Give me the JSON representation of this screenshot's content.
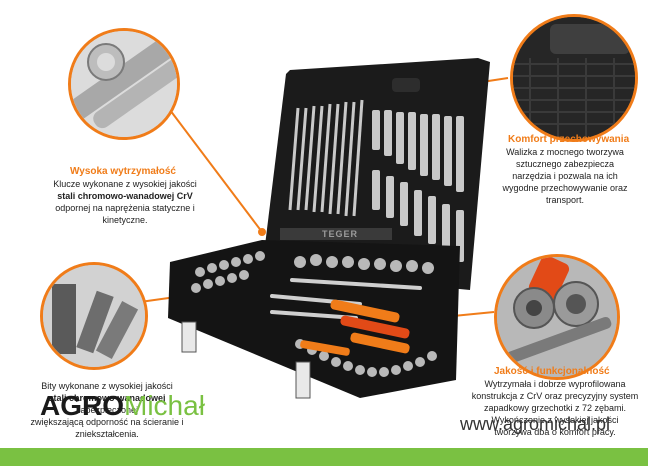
{
  "callouts": {
    "strength": {
      "title": "Wysoka wytrzymałość",
      "line1": "Klucze wykonane z wysokiej jakości",
      "line2": "stali chromowo-wanadowej CrV",
      "line3": "odpornej na naprężenia statyczne i",
      "line4": "kinetyczne."
    },
    "storage": {
      "title": "Komfort przechowywania",
      "line1": "Walizka z mocnego tworzywa",
      "line2": "sztucznego zabezpiecza",
      "line3": "narzędzia i pozwala na ich",
      "line4": "wygodne przechowywanie oraz",
      "line5": "transport."
    },
    "bits": {
      "line1": "Bity wykonane z wysokiej jakości",
      "line2": "stali chromowo-wanadowej",
      "line3": "zabezpieczonej",
      "line4": "zwiększającą odporność na ścieranie i",
      "line5": "zniekształcenia."
    },
    "quality": {
      "title": "Jakość i funkcjonalność",
      "line1": "Wytrzymała i dobrze wyprofilowana",
      "line2": "konstrukcja z CrV oraz precyzyjny system",
      "line3": "zapadkowy grzechotki z 72 zębami.",
      "line4": "Wykończenie z wysokiej jakości",
      "line5": "tworzywa dba o komfort pracy."
    }
  },
  "case_label": "TEGER",
  "brand": {
    "part1": "AGRO",
    "part2": "Michał"
  },
  "website": "www.agromichal.pl",
  "colors": {
    "accent": "#f07c19",
    "brand_green": "#7ac142",
    "case": "#1b1b1b"
  }
}
